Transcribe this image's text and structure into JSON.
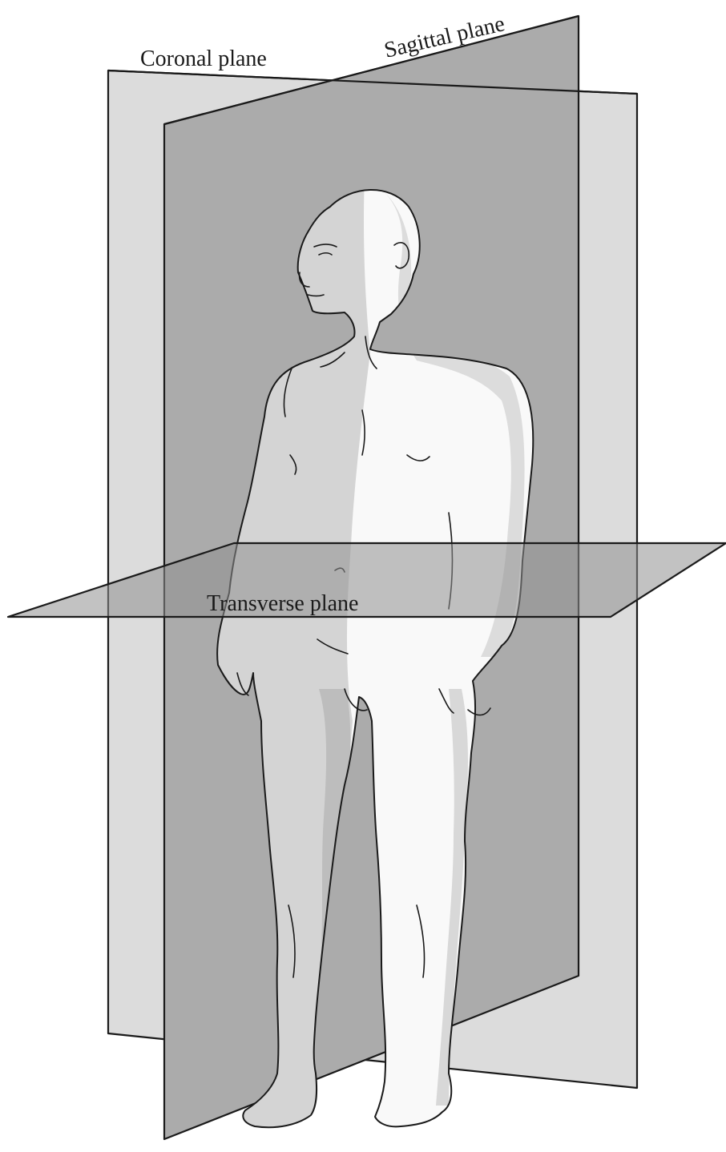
{
  "labels": {
    "coronal": "Coronal plane",
    "sagittal": "Sagittal plane",
    "transverse": "Transverse plane"
  },
  "colors": {
    "coronal_plane": "#dcdcdc",
    "sagittal_plane": "#ababab",
    "transverse_plane": "#8f8f8f",
    "body_light": "#f9f9f9",
    "body_shadow": "#d4d4d4",
    "outline": "#1a1a1a"
  }
}
